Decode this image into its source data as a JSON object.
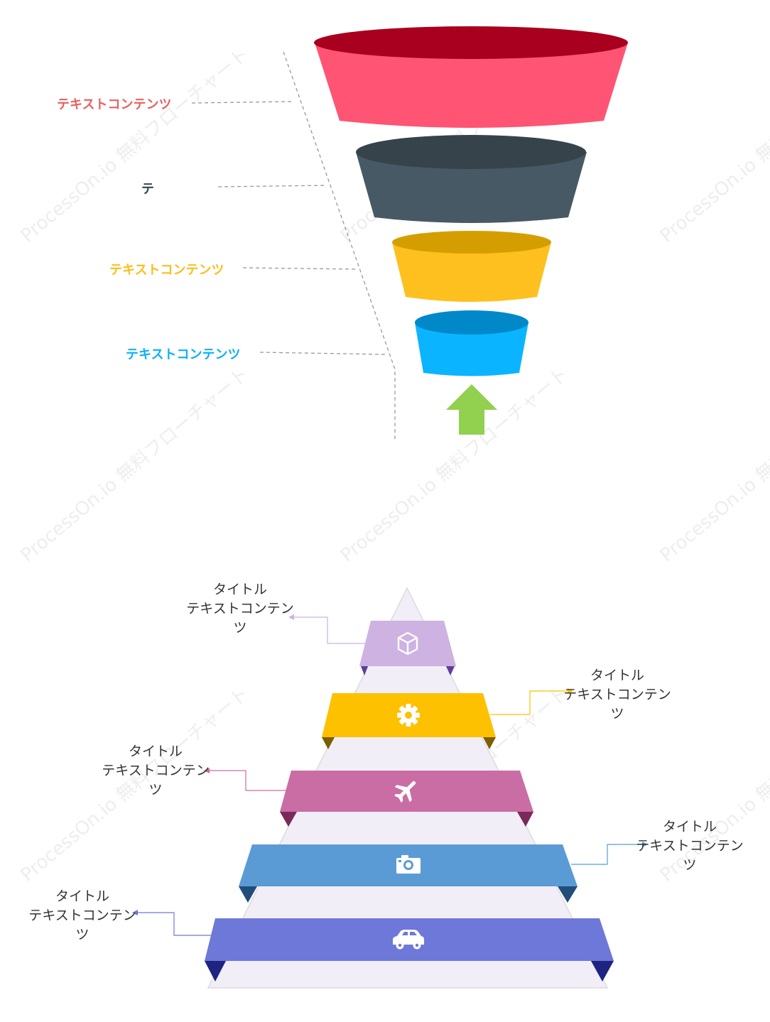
{
  "watermark": "ProcessOn.io 無料フローチャート",
  "funnel": {
    "layers": [
      {
        "label": "テキストコンテンツ",
        "label_color": "#E8605F",
        "body": "#FF5473",
        "rim": "#A8001E"
      },
      {
        "label": "テ",
        "label_color": "#37474F",
        "body": "#475965",
        "rim": "#36434B"
      },
      {
        "label": "テキストコンテンツ",
        "label_color": "#FDBE1B",
        "body": "#FDC01E",
        "rim": "#D59E00"
      },
      {
        "label": "テキストコンテンツ",
        "label_color": "#0BB0F8",
        "body": "#0BB4FF",
        "rim": "#0088C9"
      }
    ],
    "arrow_color": "#92D050"
  },
  "pyramid": {
    "background": "#F1EEF8",
    "bands": [
      {
        "icon": "cube-icon",
        "color": "#CDB2E2",
        "fold": "#5E3E97",
        "title": "タイトル",
        "content": "テキストコンテンツ",
        "side": "left"
      },
      {
        "icon": "gear-icon",
        "color": "#FDC100",
        "fold": "#7D5E00",
        "title": "タイトル",
        "content": "テキストコンテンツ",
        "side": "right"
      },
      {
        "icon": "plane-icon",
        "color": "#C96DA4",
        "fold": "#7A2A5A",
        "title": "タイトル",
        "content": "テキストコンテンツ",
        "side": "left"
      },
      {
        "icon": "camera-icon",
        "color": "#5B9BD5",
        "fold": "#204D7A",
        "title": "タイトル",
        "content": "テキストコンテンツ",
        "side": "right"
      },
      {
        "icon": "car-icon",
        "color": "#6E78D8",
        "fold": "#1E2480",
        "title": "タイトル",
        "content": "テキストコンテンツ",
        "side": "left"
      }
    ]
  }
}
